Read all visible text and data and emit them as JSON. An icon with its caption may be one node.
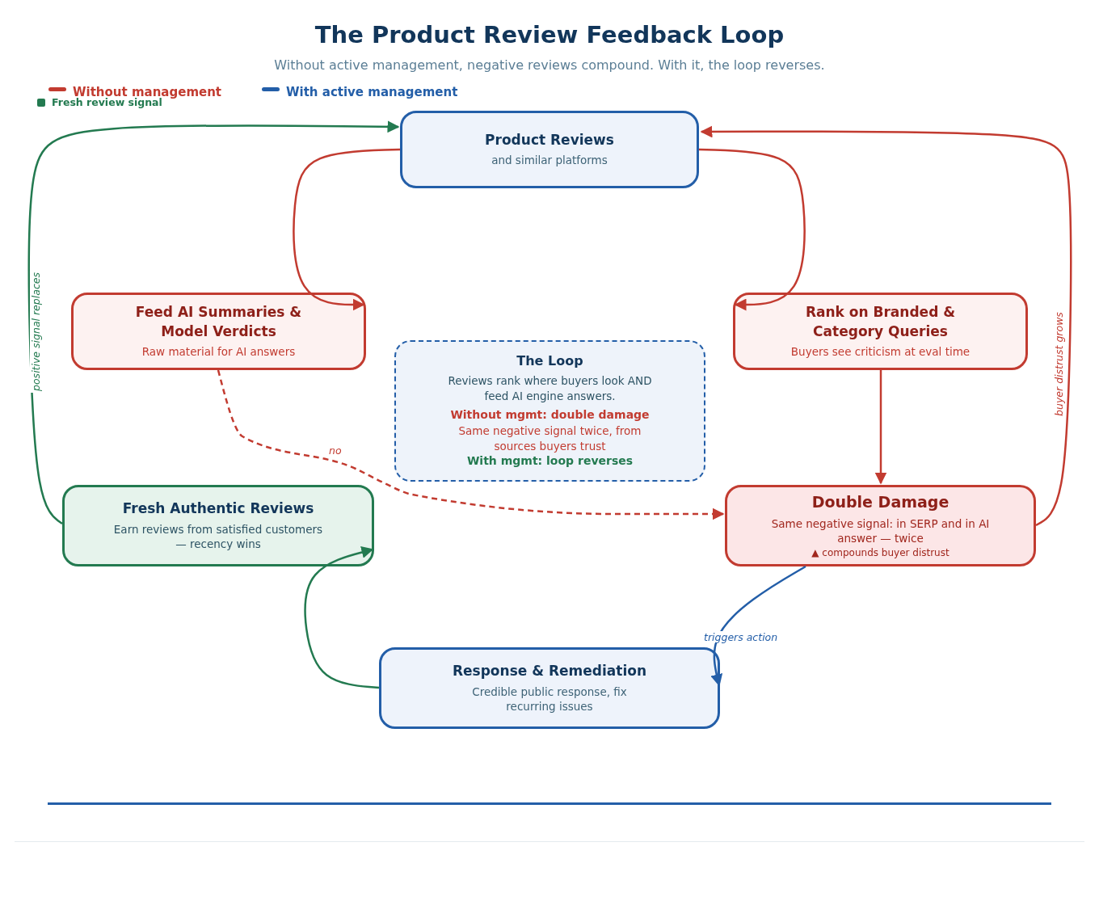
{
  "diagram": {
    "title": "The Product Review Feedback Loop",
    "caption": "Without active management, negative reviews compound. With it, the loop reverses.",
    "nodes": [
      {
        "text": [
          "Product Reviews",
          "and similar platforms"
        ]
      },
      {
        "text": [
          "Feed AI Summaries & Model Verdicts",
          "Raw material for AI answers"
        ]
      },
      {
        "text": [
          "Rank on Branded & Category Queries",
          "Buyers see criticism at eval time"
        ]
      },
      {
        "text": [
          "The Loop",
          "Reviews rank where buyers look AND feed AI engine answers.",
          "Without mgmt: double damage",
          "Same negative signal twice, from sources buyers trust",
          "With mgmt: loop reverses"
        ]
      },
      {
        "text": [
          "Fresh Authentic Reviews",
          "Earn reviews from satisfied customers — recency wins"
        ]
      },
      {
        "text": [
          "Double Damage",
          "Same negative signal: in SERP and in AI answer — twice",
          "▲ compounds buyer distrust"
        ]
      },
      {
        "text": [
          "Response & Remediation",
          "Credible public response, fix recurring issues"
        ]
      }
    ],
    "edges": [
      {
        "from": 0,
        "to": 1,
        "arrow": "to"
      },
      {
        "from": 0,
        "to": 2,
        "arrow": "to"
      },
      {
        "from": 1,
        "to": 5,
        "arrow": "to",
        "label": "no",
        "style": "dashed"
      },
      {
        "from": 2,
        "to": 5,
        "arrow": "to"
      },
      {
        "from": 5,
        "to": 0,
        "arrow": "to",
        "label": "buyer distrust grows"
      },
      {
        "from": 5,
        "to": 6,
        "arrow": "to",
        "label": "triggers action",
        "color": "#235ea8"
      },
      {
        "from": 6,
        "to": 4,
        "arrow": "to",
        "color": "#237a50"
      },
      {
        "from": 4,
        "to": 0,
        "arrow": "to",
        "label": "positive signal replaces",
        "color": "#237a50"
      }
    ],
    "legend": [
      {
        "text": "Without management",
        "color": "#c23b30"
      },
      {
        "text": "With active management",
        "color": "#235ea8"
      },
      {
        "text": "Fresh review signal",
        "color": "#237a50"
      }
    ]
  }
}
